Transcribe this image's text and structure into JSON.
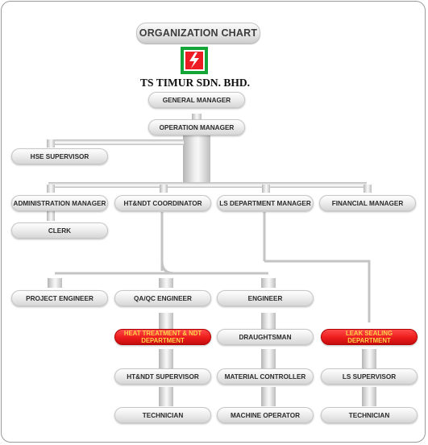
{
  "title": "ORGANIZATION CHART",
  "company": "TS TIMUR SDN. BHD.",
  "colors": {
    "node": "#e6e6e6",
    "highlight": "#ed1c1c",
    "highlight_text": "#ffd24a",
    "logo_green": "#13a538",
    "logo_red": "#ed1c24"
  },
  "nodes": {
    "general_manager": "GENERAL MANAGER",
    "operation_manager": "OPERATION MANAGER",
    "hse_supervisor": "HSE SUPERVISOR",
    "administration_manager": "ADMINISTRATION MANAGER",
    "htndt_coordinator": "HT&NDT COORDINATOR",
    "ls_department_manager": "LS DEPARTMENT MANAGER",
    "financial_manager": "FINANCIAL MANAGER",
    "clerk": "CLERK",
    "project_engineer": "PROJECT ENGINEER",
    "qaqc_engineer": "QA/QC ENGINEER",
    "engineer": "ENGINEER",
    "heat_treatment_line1": "HEAT TREATMENT & NDT",
    "heat_treatment_line2": "DEPARTMENT",
    "draughtsman": "DRAUGHTSMAN",
    "leak_sealing_line1": "LEAK SEALING",
    "leak_sealing_line2": "DEPARTMENT",
    "htndt_supervisor": "HT&NDT SUPERVISOR",
    "material_controller": "MATERIAL CONTROLLER",
    "ls_supervisor": "LS SUPERVISOR",
    "technician_1": "TECHNICIAN",
    "machine_operator": "MACHINE OPERATOR",
    "technician_2": "TECHNICIAN"
  }
}
